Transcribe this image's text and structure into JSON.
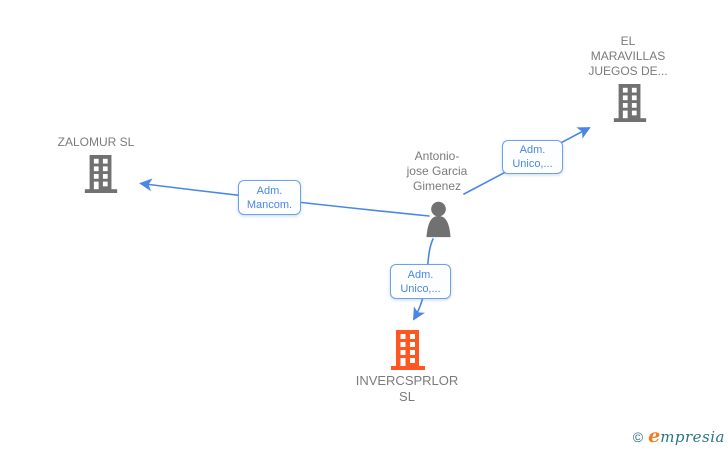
{
  "diagram": {
    "nodes": {
      "person": {
        "lines": [
          "Antonio-",
          "jose Garcia",
          "Gimenez"
        ],
        "type": "person"
      },
      "zalomur": {
        "lines": [
          "ZALOMUR SL"
        ],
        "type": "company"
      },
      "maravillas": {
        "lines": [
          "EL",
          "MARAVILLAS",
          "JUEGOS DE..."
        ],
        "type": "company"
      },
      "invercsprlor": {
        "lines": [
          "INVERCSPRLOR",
          "SL"
        ],
        "type": "company-highlighted"
      }
    },
    "edge_labels": {
      "mancom": {
        "lines": [
          "Adm.",
          "Mancom."
        ]
      },
      "unico_top": {
        "lines": [
          "Adm.",
          "Unico,..."
        ]
      },
      "unico_bottom": {
        "lines": [
          "Adm.",
          "Unico,..."
        ]
      }
    }
  },
  "footer": {
    "copyright": "©",
    "brand_initial": "e",
    "brand_rest": "mpresia"
  },
  "colors": {
    "edge_blue": "#4a86e8",
    "edge_label_border": "#6fa1e8",
    "node_text_gray": "#7b7b7b",
    "icon_gray": "#717171",
    "icon_orange": "#ff5722",
    "brand_teal": "#2a7488",
    "brand_orange": "#ef7d1f",
    "background": "#ffffff"
  }
}
